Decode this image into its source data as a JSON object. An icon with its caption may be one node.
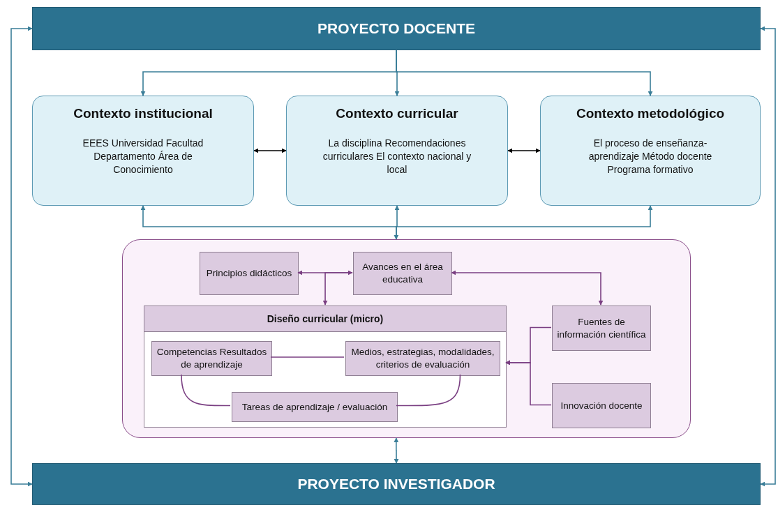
{
  "diagram": {
    "nodes": [
      {
        "text": [
          "PROYECTO DOCENTE"
        ]
      },
      {
        "text": [
          "Contexto institucional",
          "EEES Universidad Facultad Departamento Área de Conocimiento"
        ]
      },
      {
        "text": [
          "Contexto curricular",
          "La disciplina Recomendaciones curriculares El contexto nacional y local"
        ]
      },
      {
        "text": [
          "Contexto metodológico",
          "El proceso de enseñanza-aprendizaje Método docente Programa formativo"
        ]
      },
      {
        "text": [],
        "shape": "box"
      },
      {
        "text": [
          "Principios didácticos"
        ],
        "in": 4
      },
      {
        "text": [
          "Avances en el área educativa"
        ],
        "in": 4
      },
      {
        "text": [
          "Diseño curricular (micro)"
        ],
        "in": 4
      },
      {
        "text": [
          "Competencias Resultados de aprendizaje"
        ],
        "in": 7
      },
      {
        "text": [
          "Medios, estrategias, modalidades, criterios de evaluación"
        ],
        "in": 7
      },
      {
        "text": [
          "Tareas de aprendizaje / evaluación"
        ],
        "in": 7
      },
      {
        "text": [
          "Fuentes de información científica"
        ],
        "in": 4
      },
      {
        "text": [
          "Innovación docente"
        ],
        "in": 4
      },
      {
        "text": [
          "PROYECTO INVESTIGADOR"
        ]
      }
    ],
    "edges": [
      {
        "from": 0,
        "to": 1,
        "arrow": "to"
      },
      {
        "from": 0,
        "to": 2,
        "arrow": "to"
      },
      {
        "from": 0,
        "to": 3,
        "arrow": "to"
      },
      {
        "from": 1,
        "to": 2,
        "arrow": "both",
        "color": "#000000"
      },
      {
        "from": 2,
        "to": 3,
        "arrow": "both",
        "color": "#000000"
      },
      {
        "from": 4,
        "to": 1,
        "arrow": "to"
      },
      {
        "from": 4,
        "to": 2,
        "arrow": "both"
      },
      {
        "from": 4,
        "to": 3,
        "arrow": "to"
      },
      {
        "from": 5,
        "to": 6,
        "arrow": "both",
        "color": "#7a3f82"
      },
      {
        "from": 6,
        "to": 7,
        "arrow": "to",
        "color": "#7a3f82"
      },
      {
        "from": 6,
        "to": 11,
        "arrow": "both",
        "color": "#7a3f82"
      },
      {
        "from": 11,
        "to": 7,
        "arrow": "to",
        "color": "#7a3f82"
      },
      {
        "from": 12,
        "to": 7,
        "arrow": "to",
        "color": "#7a3f82"
      },
      {
        "from": 8,
        "to": 9,
        "arrow": "none",
        "color": "#7a3f82"
      },
      {
        "from": 8,
        "to": 10,
        "arrow": "none",
        "color": "#7a3f82"
      },
      {
        "from": 9,
        "to": 10,
        "arrow": "none",
        "color": "#7a3f82"
      },
      {
        "from": 4,
        "to": 13,
        "arrow": "both"
      },
      {
        "from": 0,
        "to": 13,
        "arrow": "both"
      },
      {
        "from": 13,
        "to": 0,
        "arrow": "both"
      }
    ]
  }
}
